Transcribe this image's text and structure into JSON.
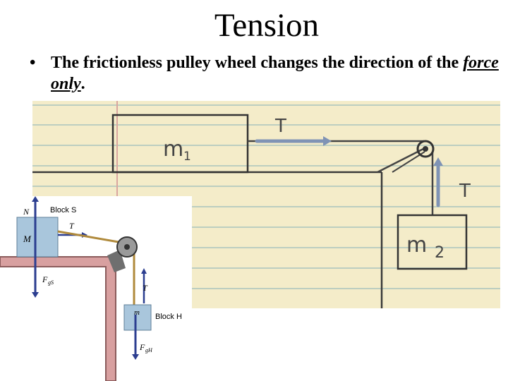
{
  "slide": {
    "title": "Tension",
    "bullet": {
      "marker": "•",
      "text_before": "The frictionless pulley wheel changes the direction of the ",
      "emphasis": "force only",
      "text_after": "."
    }
  },
  "sketch": {
    "m1_label": "m",
    "m1_sub": "1",
    "m2_label": "m",
    "m2_sub": "2",
    "tension_horizontal": "T",
    "tension_vertical": "T"
  },
  "textbook_figure": {
    "normal_force": "N",
    "block_s_label": "Block S",
    "block_s_mass": "M",
    "tension_s": "T",
    "weight_s": "F",
    "weight_s_sub": "gS",
    "tension_h": "T",
    "block_h_mass": "m",
    "block_h_label": "Block H",
    "weight_h": "F",
    "weight_h_sub": "gH"
  }
}
